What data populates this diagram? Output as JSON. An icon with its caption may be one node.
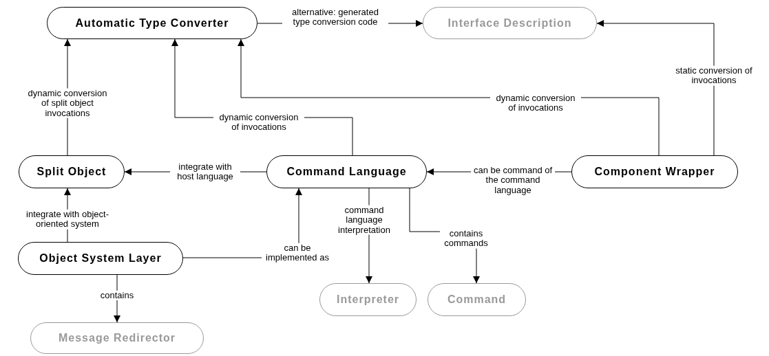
{
  "diagram": {
    "nodes": [
      {
        "text": [
          "Automatic Type Converter"
        ]
      },
      {
        "text": [
          "Interface Description"
        ]
      },
      {
        "text": [
          "Split Object"
        ]
      },
      {
        "text": [
          "Command Language"
        ]
      },
      {
        "text": [
          "Component Wrapper"
        ]
      },
      {
        "text": [
          "Object System Layer"
        ]
      },
      {
        "text": [
          "Interpreter"
        ]
      },
      {
        "text": [
          "Command"
        ]
      },
      {
        "text": [
          "Message Redirector"
        ]
      }
    ],
    "edges": [
      {
        "from": 0,
        "to": 1,
        "arrow": "to",
        "label": "alternative: generated type conversion code"
      },
      {
        "from": 2,
        "to": 0,
        "arrow": "to",
        "label": "dynamic conversion of split object invocations"
      },
      {
        "from": 3,
        "to": 0,
        "arrow": "to",
        "label": "dynamic conversion of invocations"
      },
      {
        "from": 4,
        "to": 0,
        "arrow": "to",
        "label": "dynamic conversion of invocations"
      },
      {
        "from": 4,
        "to": 1,
        "arrow": "to",
        "label": "static conversion of invocations"
      },
      {
        "from": 3,
        "to": 2,
        "arrow": "to",
        "label": "integrate with host language"
      },
      {
        "from": 4,
        "to": 3,
        "arrow": "to",
        "label": "can be command of the command language"
      },
      {
        "from": 5,
        "to": 2,
        "arrow": "to",
        "label": "integrate with object-oriented system"
      },
      {
        "from": 5,
        "to": 3,
        "arrow": "to",
        "label": "can be implemented as"
      },
      {
        "from": 3,
        "to": 6,
        "arrow": "to",
        "label": "command language interpretation"
      },
      {
        "from": 3,
        "to": 7,
        "arrow": "to",
        "label": "contains commands"
      },
      {
        "from": 5,
        "to": 8,
        "arrow": "to",
        "label": "contains"
      }
    ]
  }
}
